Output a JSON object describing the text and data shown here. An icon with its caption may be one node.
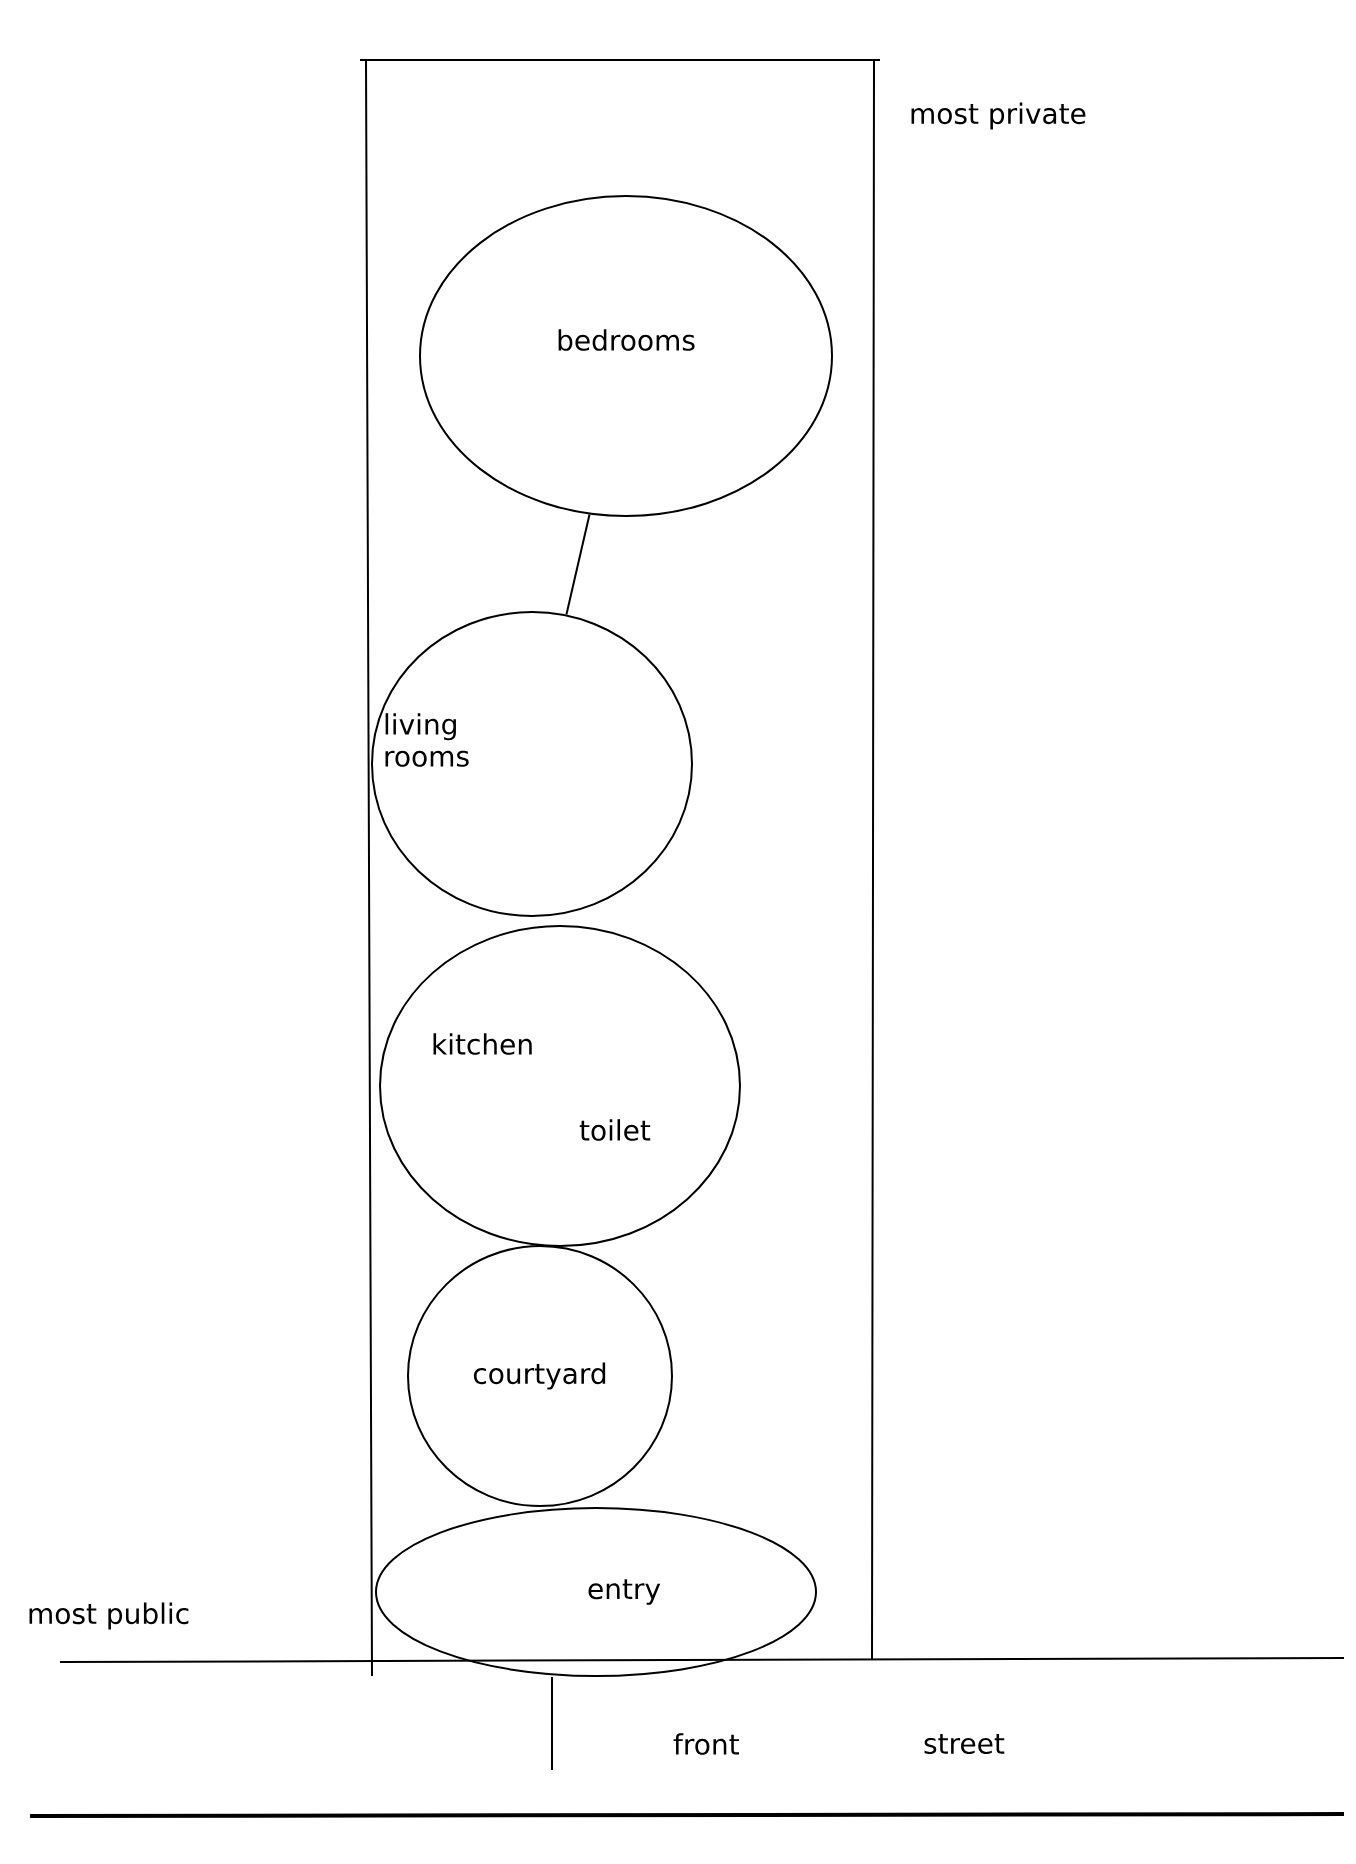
{
  "diagram": {
    "nodes": [
      {
        "text": [
          "bedrooms"
        ]
      },
      {
        "text": [
          "living rooms"
        ]
      },
      {
        "text": [
          "kitchen",
          "toilet"
        ]
      },
      {
        "text": [
          "courtyard"
        ]
      },
      {
        "text": [
          "entry"
        ]
      }
    ],
    "edges": [
      {
        "from": 0,
        "to": 1,
        "arrow": "none"
      },
      {
        "from": 4,
        "to": null,
        "arrow": "none"
      }
    ],
    "labels": [
      "most private",
      "most public",
      "front",
      "street"
    ]
  }
}
